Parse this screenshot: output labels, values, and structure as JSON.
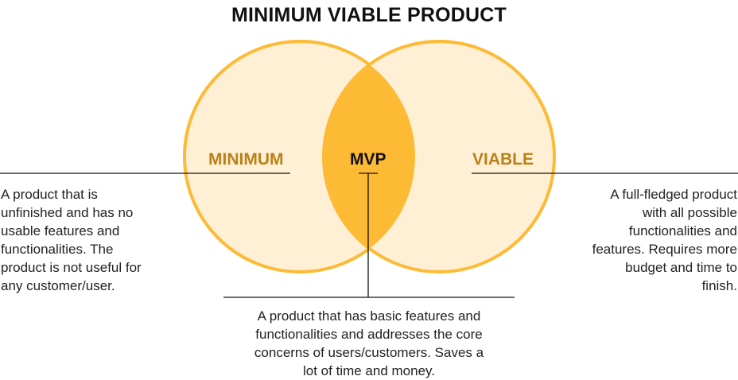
{
  "title": "MINIMUM VIABLE PRODUCT",
  "colors": {
    "circle_fill": "#FFF0D5",
    "circle_stroke": "#FDBA35",
    "overlap_fill": "#FDBA35",
    "label": "#B98119",
    "mvp_label": "#111111"
  },
  "labels": {
    "minimum": "MINIMUM",
    "mvp": "MVP",
    "viable": "VIABLE"
  },
  "descriptions": {
    "minimum": [
      "A product that is",
      "unfinished and has no",
      "usable features and",
      "functionalities. The",
      "product is not useful for",
      "any customer/user."
    ],
    "viable": [
      "A full-fledged product",
      "with all possible",
      "functionalities and",
      "features. Requires more",
      "budget and time to",
      "finish."
    ],
    "mvp": [
      "A product that has basic features and",
      "functionalities and addresses the core",
      "concerns of users/customers. Saves a",
      "lot of time and money."
    ]
  }
}
